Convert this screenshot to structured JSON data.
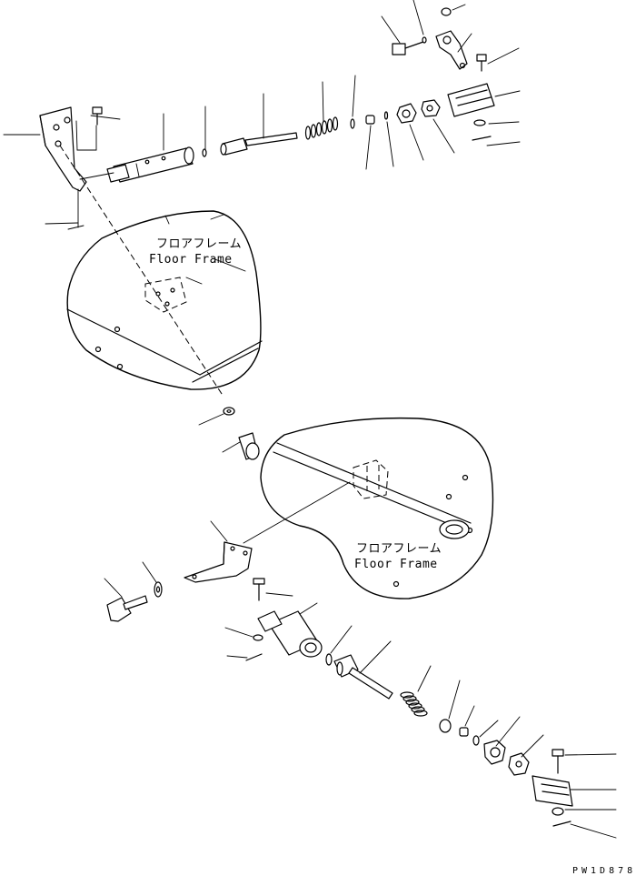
{
  "upper_frame": {
    "label_jp": "フロアフレーム",
    "label_en": "Floor Frame"
  },
  "lower_frame": {
    "label_jp": "フロアフレーム",
    "label_en": "Floor Frame"
  },
  "drawing_code": "PW1D878",
  "line_color": "#000000",
  "background": "#ffffff"
}
